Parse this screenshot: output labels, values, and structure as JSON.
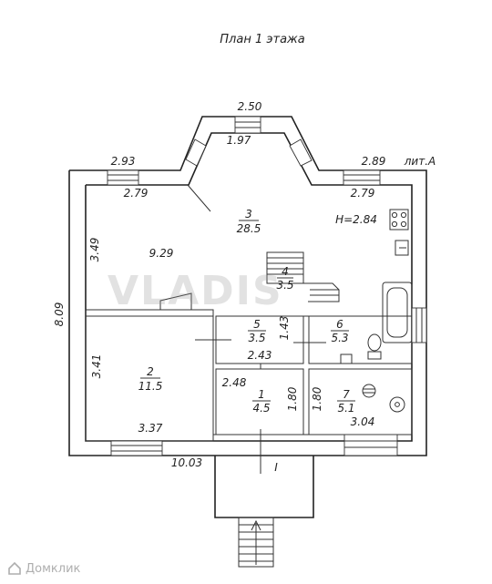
{
  "title": "План 1 этажа",
  "liter": "лит.А",
  "height": "H=2.84",
  "watermark": "VLADIS",
  "brand": "Домклик",
  "dimensions": {
    "bay_outer": "2.50",
    "bay_inner": "1.97",
    "top_left_outer": "2.93",
    "top_right_outer": "2.89",
    "top_left_inner": "2.79",
    "top_right_inner": "2.79",
    "left_upper": "3.49",
    "total_height": "8.09",
    "hall_length": "9.29",
    "room2_height": "3.41",
    "room2_width": "3.37",
    "room5_height": "1.43",
    "room5_width": "2.43",
    "room1_width": "2.48",
    "room1_height": "1.80",
    "room7_height": "1.80",
    "room7_width": "3.04",
    "total_width": "10.03",
    "porch": "I"
  },
  "rooms": [
    {
      "number": "3",
      "area": "28.5"
    },
    {
      "number": "4",
      "area": "3.5"
    },
    {
      "number": "2",
      "area": "11.5"
    },
    {
      "number": "5",
      "area": "3.5"
    },
    {
      "number": "6",
      "area": "5.3"
    },
    {
      "number": "1",
      "area": "4.5"
    },
    {
      "number": "7",
      "area": "5.1"
    }
  ]
}
